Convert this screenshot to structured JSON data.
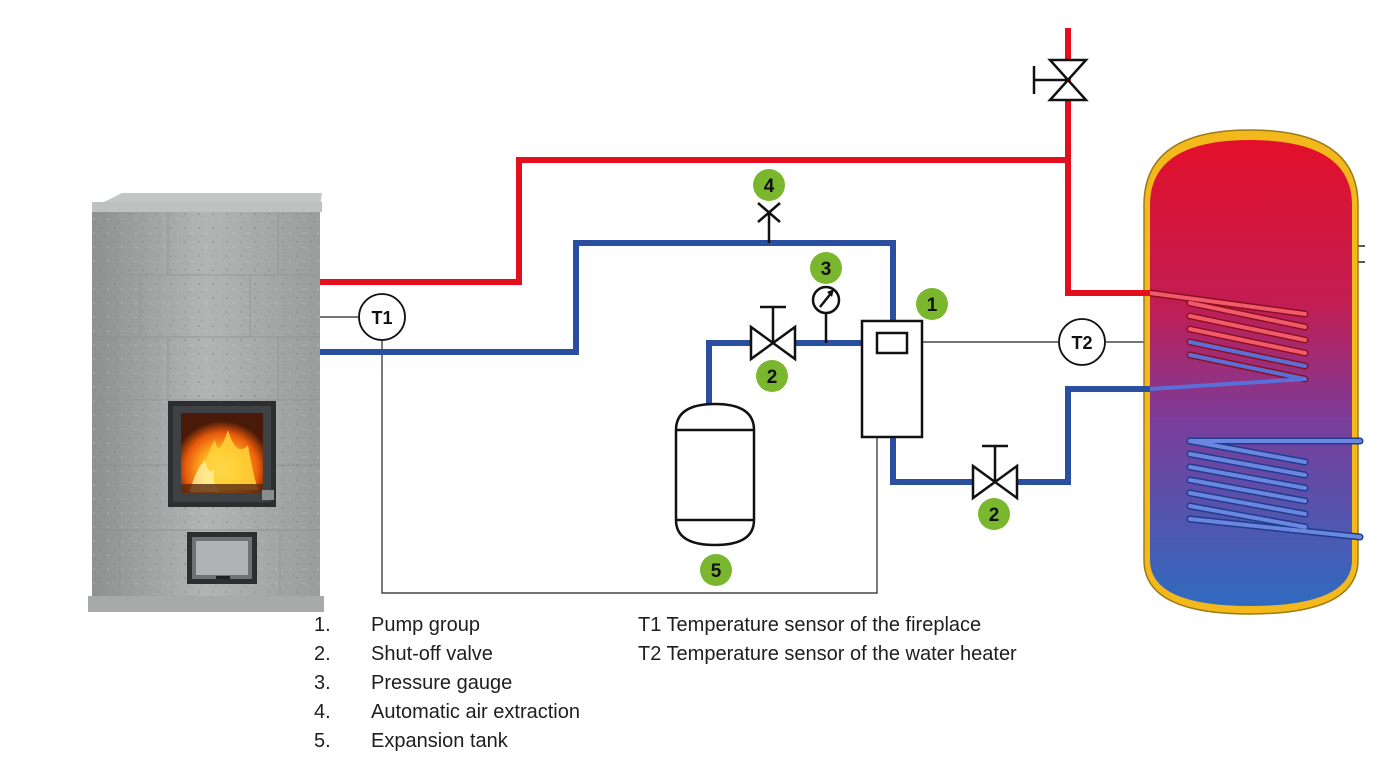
{
  "badges": [
    {
      "id": "pump",
      "number": "1"
    },
    {
      "id": "valve-left",
      "number": "2"
    },
    {
      "id": "valve-right",
      "number": "2"
    },
    {
      "id": "gauge",
      "number": "3"
    },
    {
      "id": "air-vent",
      "number": "4"
    },
    {
      "id": "expansion-tank",
      "number": "5"
    }
  ],
  "sensors": {
    "t1": "T1",
    "t2": "T2"
  },
  "legend": {
    "items": [
      {
        "number": "1.",
        "label": "Pump group"
      },
      {
        "number": "2.",
        "label": "Shut-off valve"
      },
      {
        "number": "3.",
        "label": "Pressure gauge"
      },
      {
        "number": "4.",
        "label": "Automatic air extraction"
      },
      {
        "number": "5.",
        "label": "Expansion tank"
      }
    ],
    "sensors": [
      {
        "label": "T1 Temperature sensor of the fireplace"
      },
      {
        "label": "T2 Temperature sensor of the water heater"
      }
    ]
  },
  "colors": {
    "hot_pipe": "#e30f1f",
    "cold_pipe": "#2a4fa0",
    "badge": "#7bb72e",
    "heater_rim": "#f3b81c",
    "stone": "#a9acab"
  }
}
